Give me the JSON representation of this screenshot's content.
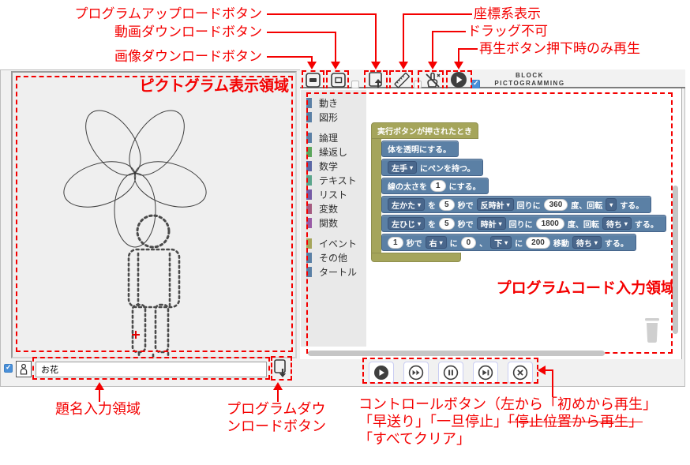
{
  "app": {
    "logo_line1": "BLOCK",
    "logo_line2": "PICTOGRAMMING"
  },
  "annotations": {
    "top": {
      "program_upload": "プログラムアップロードボタン",
      "video_download": "動画ダウンロードボタン",
      "image_download": "画像ダウンロードボタン",
      "coordinate_display": "座標系表示",
      "drag_disabled": "ドラッグ不可",
      "play_only_on_press": "再生ボタン押下時のみ再生"
    },
    "pictogram_area_label": "ピクトグラム表示領域",
    "code_area_label": "プログラムコード入力領域",
    "title_input_label": "題名入力領域",
    "program_download_line1": "プログラムダウ",
    "program_download_line2": "ンロードボタン",
    "controls_line1": "コントロールボタン（左から「初めから再生」",
    "controls_line2_pre": "「早送り」「一旦停止」",
    "controls_line2_struck": "「停止位置から再生」",
    "controls_line3": "「すべてクリア」"
  },
  "toolbar": {
    "icons": [
      "image-download-icon",
      "video-download-icon",
      "program-upload-icon",
      "ruler-icon",
      "drag-disabled-icon",
      "play-icon"
    ],
    "video_checked": false,
    "coord_checked": false,
    "play_checked": true
  },
  "palette": {
    "categories": [
      {
        "label": "動き",
        "color": "#5b80a5",
        "gap_before": false
      },
      {
        "label": "図形",
        "color": "#5b80a5",
        "gap_before": false
      },
      {
        "label": "論理",
        "color": "#5b80a5",
        "gap_before": true
      },
      {
        "label": "繰返し",
        "color": "#5ba55b",
        "gap_before": false
      },
      {
        "label": "数学",
        "color": "#5b67a5",
        "gap_before": false
      },
      {
        "label": "テキスト",
        "color": "#5ba58c",
        "gap_before": false
      },
      {
        "label": "リスト",
        "color": "#745ba5",
        "gap_before": false
      },
      {
        "label": "変数",
        "color": "#a55b80",
        "gap_before": false
      },
      {
        "label": "関数",
        "color": "#995ba5",
        "gap_before": false
      },
      {
        "label": "イベント",
        "color": "#a5a55b",
        "gap_before": true
      },
      {
        "label": "その他",
        "color": "#5b80a5",
        "gap_before": false
      },
      {
        "label": "タートル",
        "color": "#5b80a5",
        "gap_before": false
      }
    ]
  },
  "program": {
    "hat_label": "実行ボタンが押されたとき",
    "rows": [
      [
        {
          "t": "txt",
          "v": "体を透明にする。"
        }
      ],
      [
        {
          "t": "dd",
          "v": "左手"
        },
        {
          "t": "txt",
          "v": "にペンを持つ。"
        }
      ],
      [
        {
          "t": "txt",
          "v": "線の太さを"
        },
        {
          "t": "num",
          "v": "1"
        },
        {
          "t": "txt",
          "v": "にする。"
        }
      ],
      [
        {
          "t": "dd",
          "v": "左かた"
        },
        {
          "t": "txt",
          "v": "を"
        },
        {
          "t": "num",
          "v": "5"
        },
        {
          "t": "txt",
          "v": "秒で"
        },
        {
          "t": "dd",
          "v": "反時計"
        },
        {
          "t": "txt",
          "v": "回りに"
        },
        {
          "t": "num",
          "v": "360"
        },
        {
          "t": "txt",
          "v": "度、回転"
        },
        {
          "t": "dd",
          "v": ""
        },
        {
          "t": "txt",
          "v": "する。"
        }
      ],
      [
        {
          "t": "dd",
          "v": "左ひじ"
        },
        {
          "t": "txt",
          "v": "を"
        },
        {
          "t": "num",
          "v": "5"
        },
        {
          "t": "txt",
          "v": "秒で"
        },
        {
          "t": "dd",
          "v": "時計"
        },
        {
          "t": "txt",
          "v": "回りに"
        },
        {
          "t": "num",
          "v": "1800"
        },
        {
          "t": "txt",
          "v": "度、回転"
        },
        {
          "t": "dd",
          "v": "待ち"
        },
        {
          "t": "txt",
          "v": "する。"
        }
      ],
      [
        {
          "t": "num",
          "v": "1"
        },
        {
          "t": "txt",
          "v": "秒で"
        },
        {
          "t": "dd",
          "v": "右"
        },
        {
          "t": "txt",
          "v": "に"
        },
        {
          "t": "num",
          "v": "0"
        },
        {
          "t": "txt",
          "v": "、"
        },
        {
          "t": "dd",
          "v": "下"
        },
        {
          "t": "txt",
          "v": "に"
        },
        {
          "t": "num",
          "v": "200"
        },
        {
          "t": "txt",
          "v": "移動"
        },
        {
          "t": "dd",
          "v": "待ち"
        },
        {
          "t": "txt",
          "v": "する。"
        }
      ]
    ]
  },
  "bottom_bar": {
    "icons": [
      "human-pictogram-icon",
      "program-download-icon"
    ],
    "checkbox_checked": true,
    "title_value": "お花"
  },
  "controls": {
    "buttons": [
      {
        "name": "play-from-start-button",
        "glyph": "play",
        "label": "初めから再生"
      },
      {
        "name": "fast-forward-button",
        "glyph": "ff",
        "label": "早送り"
      },
      {
        "name": "pause-button",
        "glyph": "pause",
        "label": "一旦停止"
      },
      {
        "name": "play-from-stop-button",
        "glyph": "playstop",
        "label": "停止位置から再生"
      },
      {
        "name": "clear-all-button",
        "glyph": "clear",
        "label": "すべてクリア"
      }
    ]
  },
  "colors": {
    "annotation_red": "#f40000",
    "block_blue": "#5b80a5",
    "hat_olive": "#a5a55b",
    "checkbox_blue": "#4a90d9"
  }
}
